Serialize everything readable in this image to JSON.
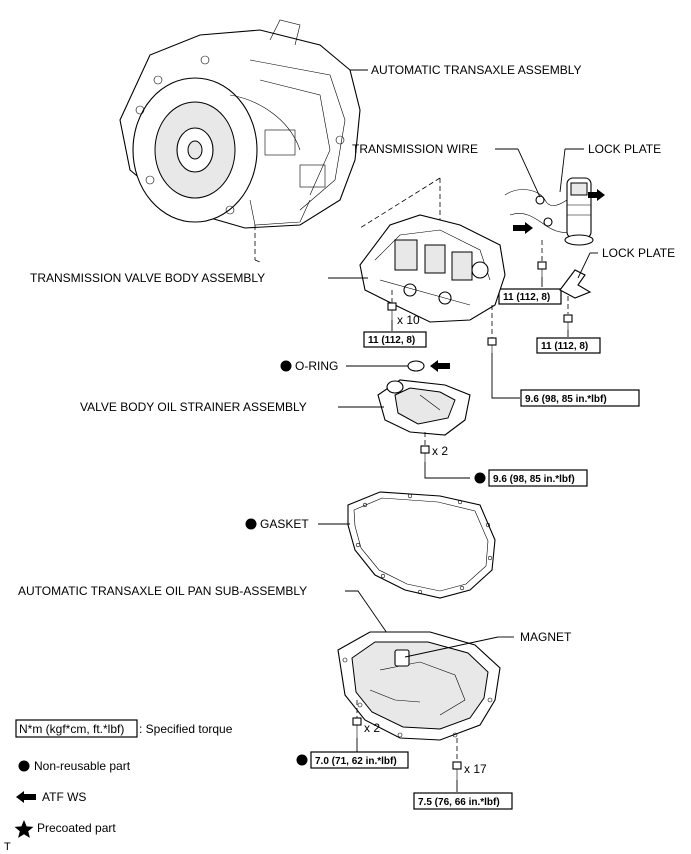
{
  "labels": {
    "transaxle": "AUTOMATIC TRANSAXLE ASSEMBLY",
    "transmission_wire": "TRANSMISSION WIRE",
    "lock_plate_1": "LOCK PLATE",
    "lock_plate_2": "LOCK PLATE",
    "valve_body": "TRANSMISSION VALVE BODY ASSEMBLY",
    "o_ring": "O-RING",
    "strainer": "VALVE BODY OIL STRAINER ASSEMBLY",
    "gasket": "GASKET",
    "oil_pan": "AUTOMATIC TRANSAXLE OIL PAN SUB-ASSEMBLY",
    "magnet": "MAGNET"
  },
  "torques": {
    "wire_bolt": "11 (112, 8)",
    "lock_plate_bolt": "11 (112, 8)",
    "valve_body_bolts": "11 (112, 8)",
    "valve_body_single": "9.6 (98, 85 in.*lbf)",
    "strainer_bolts": "9.6 (98, 85 in.*lbf)",
    "pan_bolts_2": "7.0 (71, 62 in.*lbf)",
    "pan_bolts_17": "7.5 (76, 66 in.*lbf)"
  },
  "counts": {
    "valve_body_bolts": "x 10",
    "strainer_bolts": "x 2",
    "pan_bolts_2": "x 2",
    "pan_bolts_17": "x 17"
  },
  "legend": {
    "torque_unit": "N*m (kgf*cm, ft.*lbf)",
    "torque_desc": ": Specified torque",
    "non_reusable": "Non-reusable part",
    "atf": "ATF WS",
    "precoated": "Precoated part"
  },
  "corner_mark": "T"
}
